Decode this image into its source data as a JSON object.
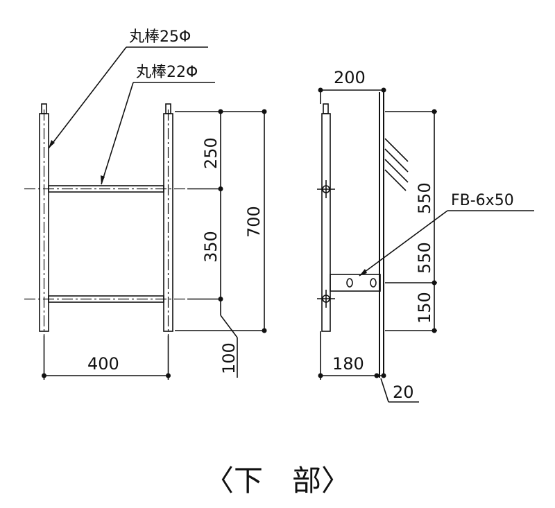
{
  "labels": {
    "rod25": "丸棒25Φ",
    "rod22": "丸棒22Φ",
    "fb": "FB-6x50"
  },
  "dims": {
    "d200": "200",
    "d250": "250",
    "d350": "350",
    "d700": "700",
    "d100": "100",
    "d400": "400",
    "d180": "180",
    "d20": "20",
    "d550a": "550",
    "d550b": "550",
    "d150": "150"
  },
  "title": "〈下　部〉"
}
